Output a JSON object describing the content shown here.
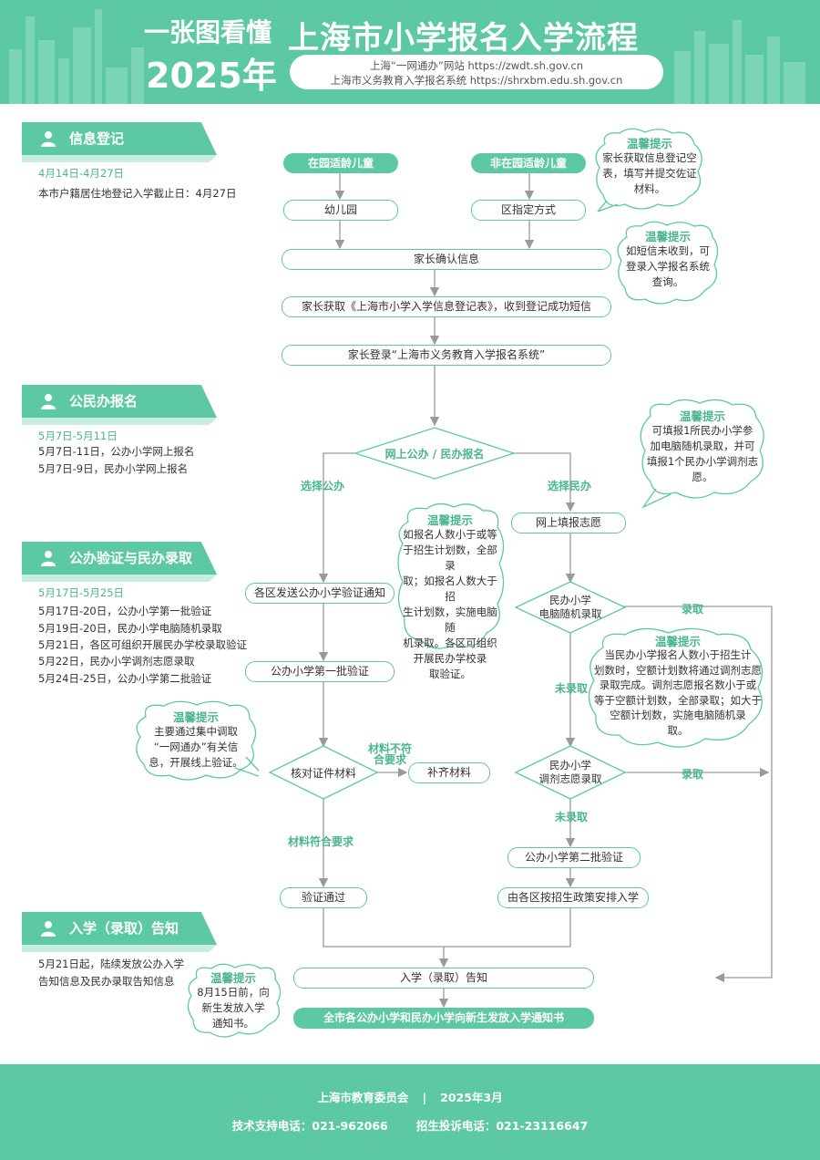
{
  "header": {
    "small_title": "一张图看懂",
    "year": "2025年",
    "main_title": "上海市小学报名入学流程",
    "url_line1": "上海“一网通办”网站 https://zwdt.sh.gov.cn",
    "url_line2": "上海市义务教育入学报名系统 https://shrxbm.edu.sh.gov.cn"
  },
  "colors": {
    "accent": "#5cc9a2",
    "accent_text": "#4ab591",
    "line": "#9a9a9a"
  },
  "sections": [
    {
      "title": "信息登记",
      "icon": "person-icon",
      "date": "4月14日-4月27日",
      "lines": [
        "本市户籍居住地登记入学截止日：4月27日"
      ]
    },
    {
      "title": "公民办报名",
      "icon": "person-icon",
      "date": "5月7日-5月11日",
      "lines": [
        "5月7日-11日，公办小学网上报名",
        "5月7日-9日，民办小学网上报名"
      ]
    },
    {
      "title": "公办验证与民办录取",
      "icon": "person-icon",
      "date": "5月17日-5月25日",
      "lines": [
        "5月17日-20日，公办小学第一批验证",
        "5月19日-20日，民办小学电脑随机录取",
        "5月21日，各区可组织开展民办学校录取验证",
        "5月22日，民办小学调剂志愿录取",
        "5月24日-25日，公办小学第二批验证"
      ]
    },
    {
      "title": "入学（录取）告知",
      "icon": "person-icon",
      "date": "",
      "lines": [
        "5月21日起，陆续发放公办入学",
        "告知信息及民办录取告知信息"
      ]
    }
  ],
  "flow": {
    "in_kindergarten": "在园适龄儿童",
    "not_in_kindergarten": "非在园适龄儿童",
    "kindergarten": "幼儿园",
    "district_method": "区指定方式",
    "confirm_info": "家长确认信息",
    "get_form": "家长获取《上海市小学入学信息登记表》，收到登记成功短信",
    "login_system": "家长登录“上海市义务教育入学报名系统”",
    "online_apply": "网上公办 / 民办报名",
    "choose_public": "选择公办",
    "choose_private": "选择民办",
    "private_wish": "网上填报志愿",
    "public_notice": "各区发送公办小学验证通知",
    "private_lottery_1": "民办小学",
    "private_lottery_2": "电脑随机录取",
    "admitted": "录取",
    "not_admitted": "未录取",
    "public_first_verify": "公办小学第一批验证",
    "check_docs": "核对证件材料",
    "docs_not_ok_1": "材料不符",
    "docs_not_ok_2": "合要求",
    "supplement": "补齐材料",
    "docs_ok": "材料符合要求",
    "verified": "验证通过",
    "private_adjust_1": "民办小学",
    "private_adjust_2": "调剂志愿录取",
    "public_second_verify": "公办小学第二批验证",
    "district_arrange": "由各区按招生政策安排入学",
    "enrollment_notice": "入学（录取）告知",
    "final_notice": "全市各公办小学和民办小学向新生发放入学通知书"
  },
  "notes": [
    {
      "title": "温馨提示",
      "lines": [
        "家长获取信息登记空",
        "表，填写并提交佐证",
        "材料。"
      ]
    },
    {
      "title": "温馨提示",
      "lines": [
        "如短信未收到，可",
        "登录入学报名系统",
        "查询。"
      ]
    },
    {
      "title": "温馨提示",
      "lines": [
        "可填报1所民办小学参",
        "加电脑随机录取，并可",
        "填报1个民办小学调剂志",
        "愿。"
      ]
    },
    {
      "title": "温馨提示",
      "lines": [
        "如报名人数小于或等",
        "于招生计划数，全部录",
        "取；如报名人数大于招",
        "生计划数，实施电脑随",
        "机录取。各区可组织",
        "开展民办学校录",
        "取验证。"
      ]
    },
    {
      "title": "温馨提示",
      "lines": [
        "当民办小学报名人数小于招生计",
        "划数时，空额计划数将通过调剂志愿",
        "录取完成。调剂志愿报名数小于或",
        "等于空额计划数，全部录取；如大于",
        "空额计划数，实施电脑随机录",
        "取。"
      ]
    },
    {
      "title": "温馨提示",
      "lines": [
        "主要通过集中调取",
        "“一网通办”有关信",
        "息，开展线上验证。"
      ]
    },
    {
      "title": "温馨提示",
      "lines": [
        "8月15日前，向",
        "新生发放入学",
        "通知书。"
      ]
    }
  ],
  "footer": {
    "org": "上海市教育委员会",
    "sep": "|",
    "date": "2025年3月",
    "tech_label": "技术支持电话：",
    "tech_phone": "021-962066",
    "complaint_label": "招生投诉电话：",
    "complaint_phone": "021-23116647"
  }
}
